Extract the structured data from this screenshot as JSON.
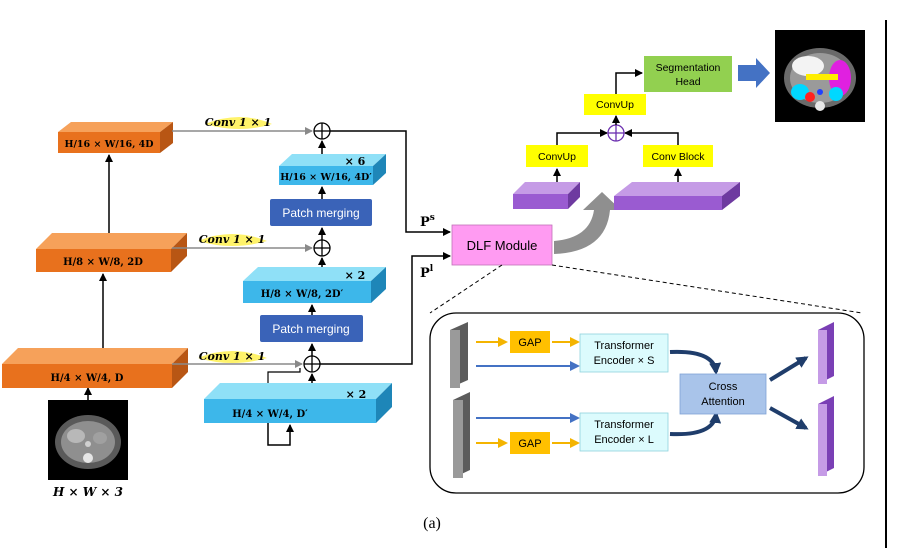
{
  "colors": {
    "orange_top": "#f6a15a",
    "orange_front": "#e8711d",
    "cyan_top": "#8fe0f7",
    "cyan_front": "#3db7ea",
    "patch_blue": "#3a63b8",
    "yellow_box": "#ffff00",
    "green_box": "#92d050",
    "purple_top": "#c59be6",
    "purple_front": "#9a5bd1",
    "dlf_pink": "#ff9bf2",
    "light_cyan_box": "#dcfbfd",
    "attention_blue": "#a9c4ea",
    "arrow_blue": "#4472c4",
    "arrow_navy": "#1f3d6b",
    "arrow_yellow": "#f4b400",
    "gap_fill": "#ffc000",
    "highlight_yellow": "#fff36a"
  },
  "input_label": "H × W × 3",
  "left_stack": {
    "level1": "H/4 × W/4, D",
    "level2": "H/8 × W/8, 2D",
    "level3": "H/16 × W/16, 4D"
  },
  "conv_labels": {
    "c1": "Conv 1 × 1",
    "c2": "Conv 1 × 1",
    "c3": "Conv 1 × 1"
  },
  "right_stack": {
    "level1": "H/4 × W/4, D′",
    "level1_repeat": "× 2",
    "patch_merging_1": "Patch merging",
    "level2": "H/8 × W/8, 2D′",
    "level2_repeat": "× 2",
    "patch_merging_2": "Patch merging",
    "level3": "H/16 × W/16, 4D′",
    "level3_repeat": "× 6"
  },
  "ps_label": {
    "base": "P",
    "sup": "s"
  },
  "pl_label": {
    "base": "P",
    "sup": "l"
  },
  "dlf_module": "DLF Module",
  "decoder": {
    "convup_1": "ConvUp",
    "conv_block": "Conv Block",
    "convup_2": "ConvUp",
    "seg_head_line1": "Segmentation",
    "seg_head_line2": "Head"
  },
  "dlf_detail": {
    "gap_top": "GAP",
    "gap_bottom": "GAP",
    "enc_top_line1": "Transformer",
    "enc_top_line2": "Encoder × S",
    "enc_bottom_line1": "Transformer",
    "enc_bottom_line2": "Encoder × L",
    "cross_line1": "Cross",
    "cross_line2": "Attention"
  },
  "caption": "(a)"
}
